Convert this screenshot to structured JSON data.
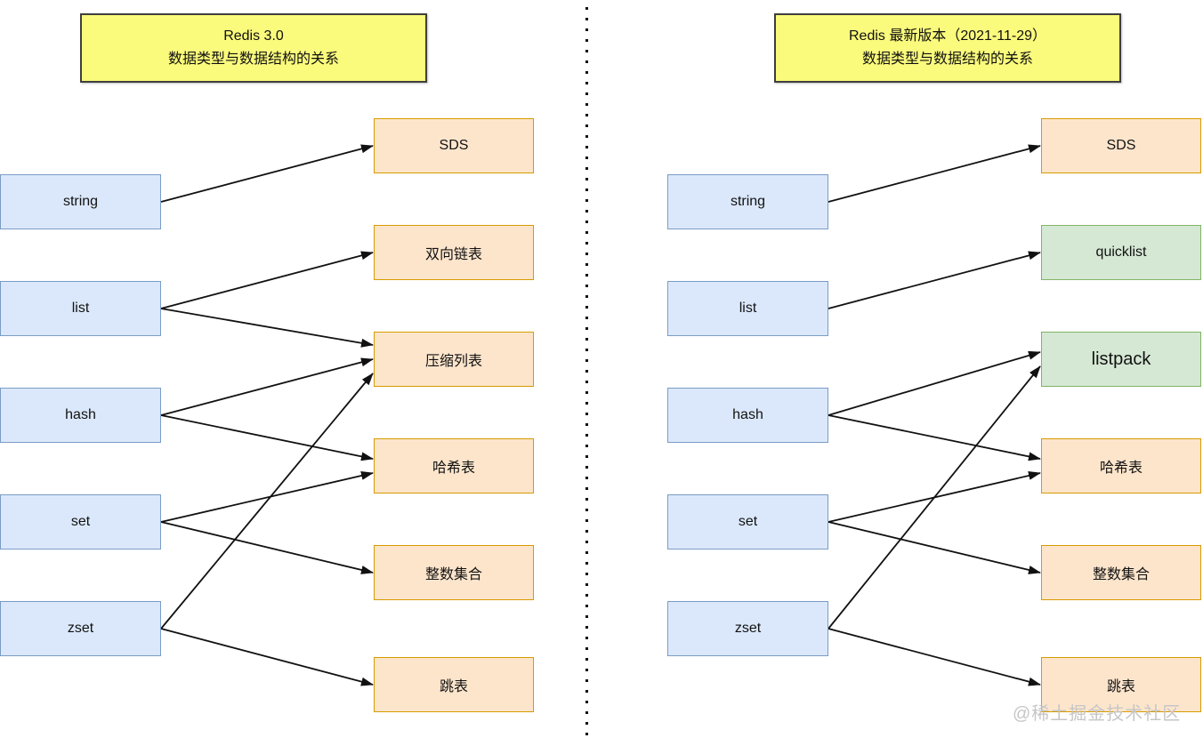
{
  "left_panel": {
    "title_line1": "Redis 3.0",
    "title_line2": "数据类型与数据结构的关系"
  },
  "right_panel": {
    "title_line1": "Redis 最新版本（2021-11-29）",
    "title_line2": "数据类型与数据结构的关系"
  },
  "nodes": {
    "l_string": {
      "label": "string",
      "kind": "data-type"
    },
    "l_list": {
      "label": "list",
      "kind": "data-type"
    },
    "l_hash": {
      "label": "hash",
      "kind": "data-type"
    },
    "l_set": {
      "label": "set",
      "kind": "data-type"
    },
    "l_zset": {
      "label": "zset",
      "kind": "data-type"
    },
    "l_sds": {
      "label": "SDS",
      "kind": "data-structure"
    },
    "l_dll": {
      "label": "双向链表",
      "kind": "data-structure"
    },
    "l_zip": {
      "label": "压缩列表",
      "kind": "data-structure"
    },
    "l_ht": {
      "label": "哈希表",
      "kind": "data-structure"
    },
    "l_intset": {
      "label": "整数集合",
      "kind": "data-structure"
    },
    "l_skip": {
      "label": "跳表",
      "kind": "data-structure"
    },
    "r_string": {
      "label": "string",
      "kind": "data-type"
    },
    "r_list": {
      "label": "list",
      "kind": "data-type"
    },
    "r_hash": {
      "label": "hash",
      "kind": "data-type"
    },
    "r_set": {
      "label": "set",
      "kind": "data-type"
    },
    "r_zset": {
      "label": "zset",
      "kind": "data-type"
    },
    "r_sds": {
      "label": "SDS",
      "kind": "data-structure"
    },
    "r_quicklist": {
      "label": "quicklist",
      "kind": "data-structure-new"
    },
    "r_listpack": {
      "label": "listpack",
      "kind": "data-structure-new"
    },
    "r_ht": {
      "label": "哈希表",
      "kind": "data-structure"
    },
    "r_intset": {
      "label": "整数集合",
      "kind": "data-structure"
    },
    "r_skip": {
      "label": "跳表",
      "kind": "data-structure"
    }
  },
  "edges": [
    {
      "from": "l_string",
      "to": "l_sds"
    },
    {
      "from": "l_list",
      "to": "l_dll"
    },
    {
      "from": "l_list",
      "to": "l_zip"
    },
    {
      "from": "l_hash",
      "to": "l_zip"
    },
    {
      "from": "l_hash",
      "to": "l_ht"
    },
    {
      "from": "l_set",
      "to": "l_ht"
    },
    {
      "from": "l_set",
      "to": "l_intset"
    },
    {
      "from": "l_zset",
      "to": "l_zip"
    },
    {
      "from": "l_zset",
      "to": "l_skip"
    },
    {
      "from": "r_string",
      "to": "r_sds"
    },
    {
      "from": "r_list",
      "to": "r_quicklist"
    },
    {
      "from": "r_hash",
      "to": "r_listpack"
    },
    {
      "from": "r_hash",
      "to": "r_ht"
    },
    {
      "from": "r_set",
      "to": "r_ht"
    },
    {
      "from": "r_set",
      "to": "r_intset"
    },
    {
      "from": "r_zset",
      "to": "r_listpack"
    },
    {
      "from": "r_zset",
      "to": "r_skip"
    }
  ],
  "watermark": {
    "text": "@稀土掘金技术社区"
  },
  "colors": {
    "type_fill": "#dbe8fb",
    "type_border": "#7a9cc6",
    "struct_fill": "#fde5cc",
    "struct_border": "#d79b00",
    "new_struct_fill": "#d5e8d4",
    "new_struct_border": "#82b366",
    "title_fill": "#fafa7c",
    "title_border": "#3f3f3f",
    "arrow": "#111111",
    "watermark": "#c6c6c6"
  }
}
